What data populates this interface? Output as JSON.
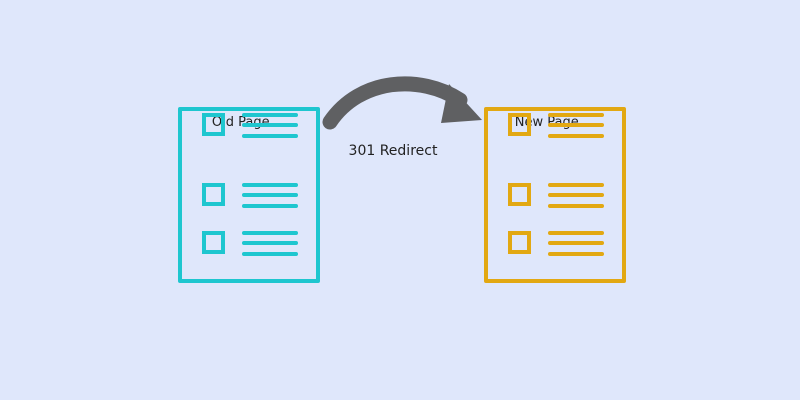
{
  "colors": {
    "background": "#dfe7fb",
    "old_page": "#1ec6cf",
    "new_page": "#e2a812",
    "arrow": "#5f6062"
  },
  "old_page": {
    "title": "Old Page...."
  },
  "new_page": {
    "title": "New Page...."
  },
  "redirect": {
    "label": "301 Redirect",
    "icon": "curved-arrow-icon"
  }
}
